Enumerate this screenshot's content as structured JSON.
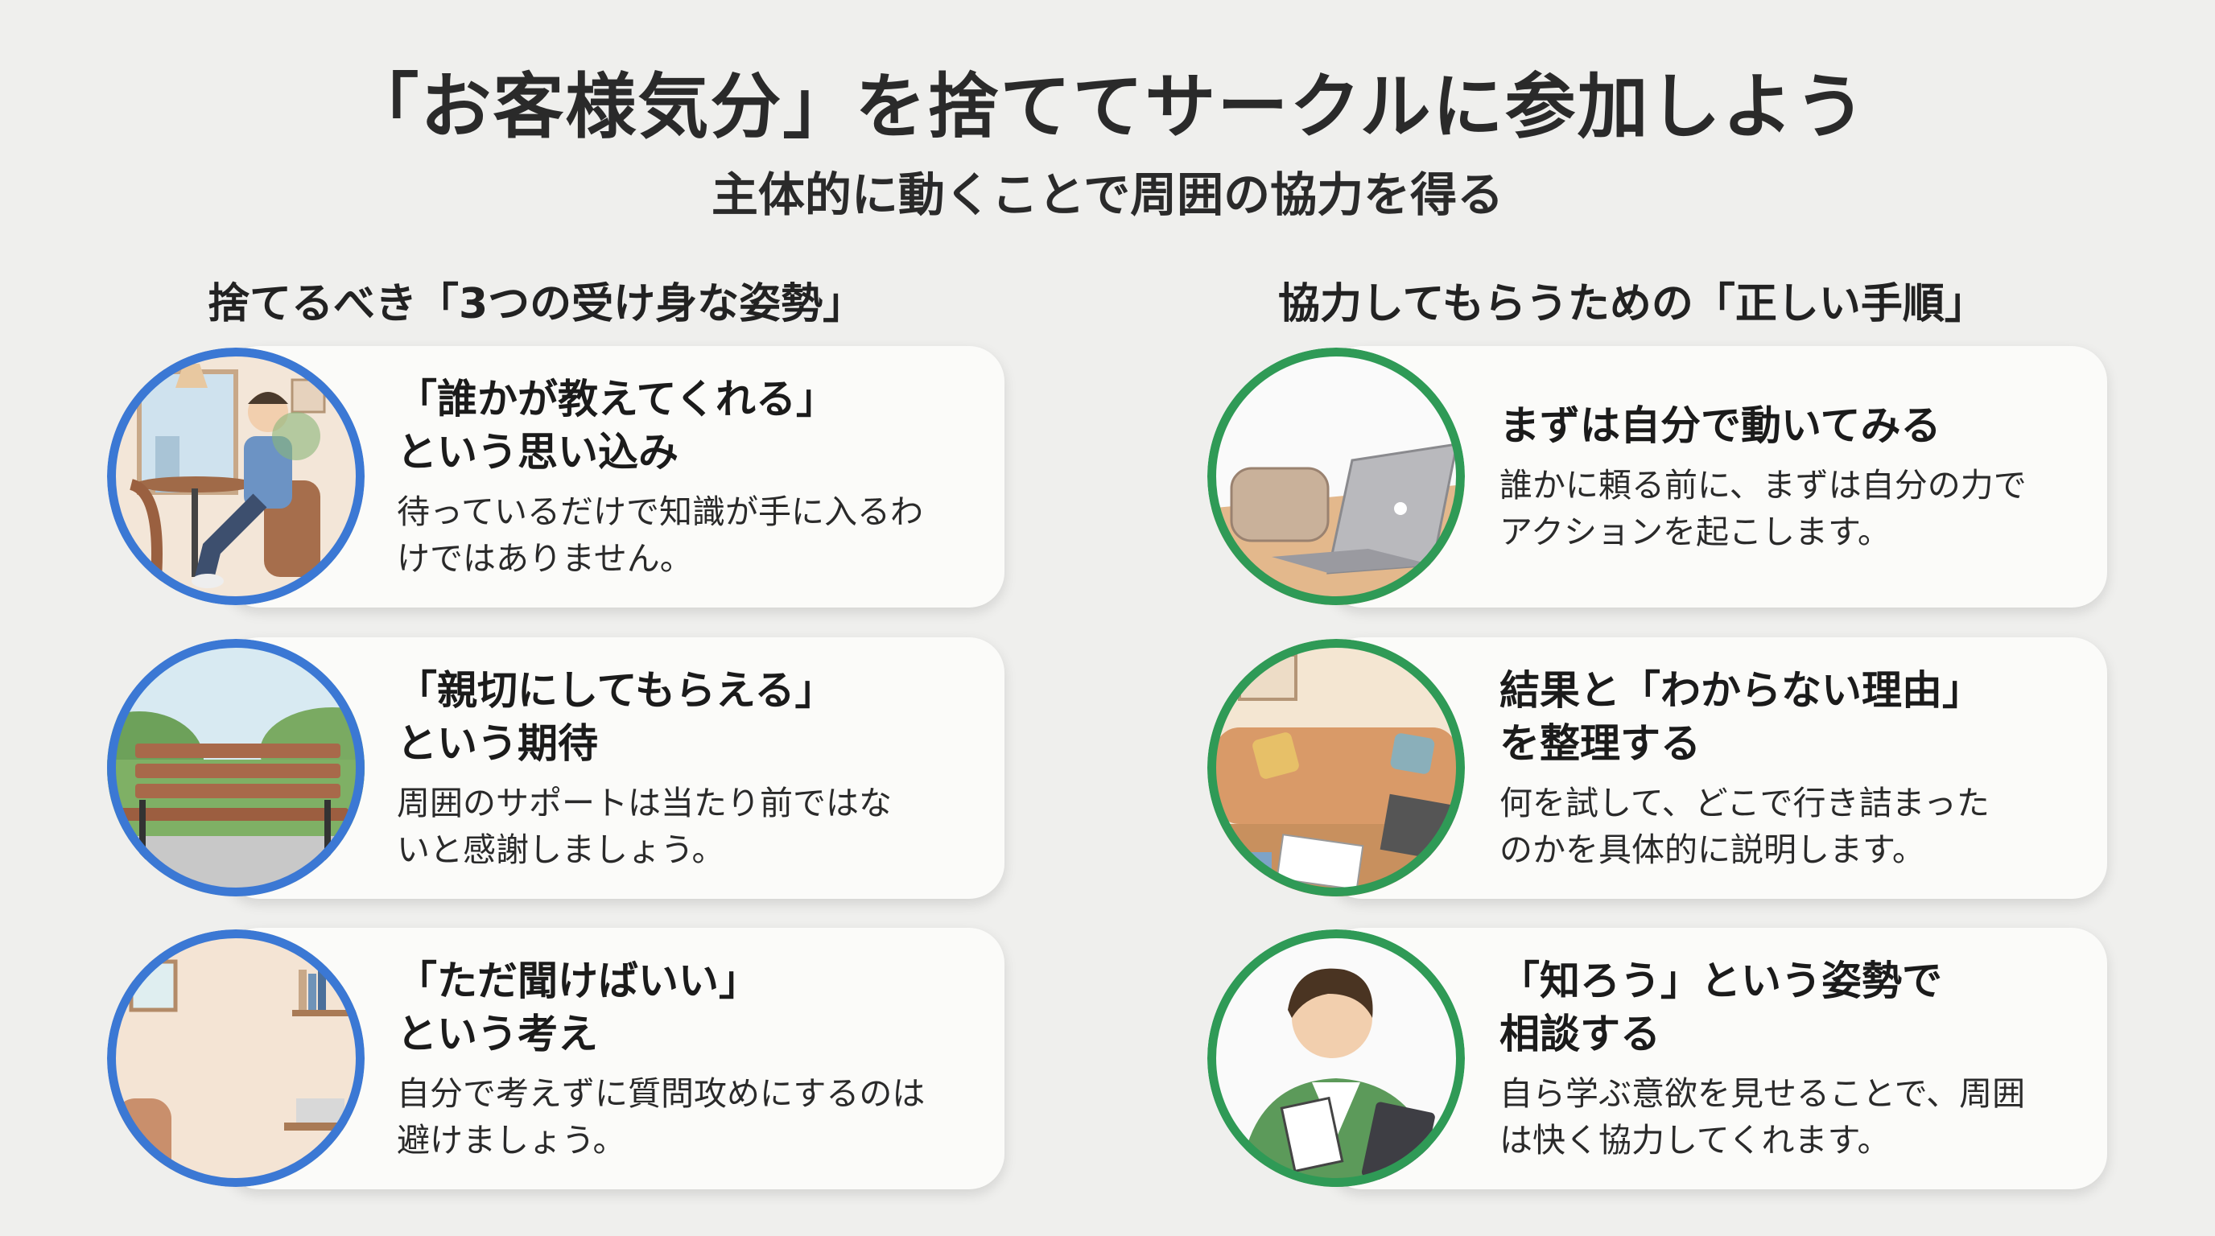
{
  "title": "「お客様気分」を捨ててサークルに参加しよう",
  "subtitle": "主体的に動くことで周囲の協力を得る",
  "colors": {
    "left_ring": "#3b78d4",
    "right_ring": "#2f9a56",
    "background": "#efefed"
  },
  "left": {
    "heading": "捨てるべき「3つの受け身な姿勢」",
    "items": [
      {
        "title1": "「誰かが教えてくれる」",
        "title2": "という思い込み",
        "body1": "待っているだけで知識が手に入るわ",
        "body2": "けではありません。",
        "icon": "cafe-man-phone-illustration"
      },
      {
        "title1": "「親切にしてもらえる」",
        "title2": "という期待",
        "body1": "周囲のサポートは当たり前ではな",
        "body2": "いと感謝しましょう。",
        "icon": "park-bench-illustration"
      },
      {
        "title1": "「ただ聞けばいい」",
        "title2": "という考え",
        "body1": "自分で考えずに質問攻めにするのは",
        "body2": "避けましょう。",
        "icon": "room-illustration"
      }
    ]
  },
  "right": {
    "heading": "協力してもらうための「正しい手順」",
    "items": [
      {
        "title1": "まずは自分で動いてみる",
        "title2": "",
        "body1": "誰かに頼る前に、まずは自分の力で",
        "body2": "アクションを起こします。",
        "icon": "laptop-illustration"
      },
      {
        "title1": "結果と「わからない理由」",
        "title2": "を整理する",
        "body1": "何を試して、どこで行き詰まった",
        "body2": "のかを具体的に説明します。",
        "icon": "sofa-notes-illustration"
      },
      {
        "title1": "「知ろう」という姿勢で",
        "title2": "相談する",
        "body1": "自ら学ぶ意欲を見せることで、周囲",
        "body2": "は快く協力してくれます。",
        "icon": "man-notepad-illustration"
      }
    ]
  }
}
